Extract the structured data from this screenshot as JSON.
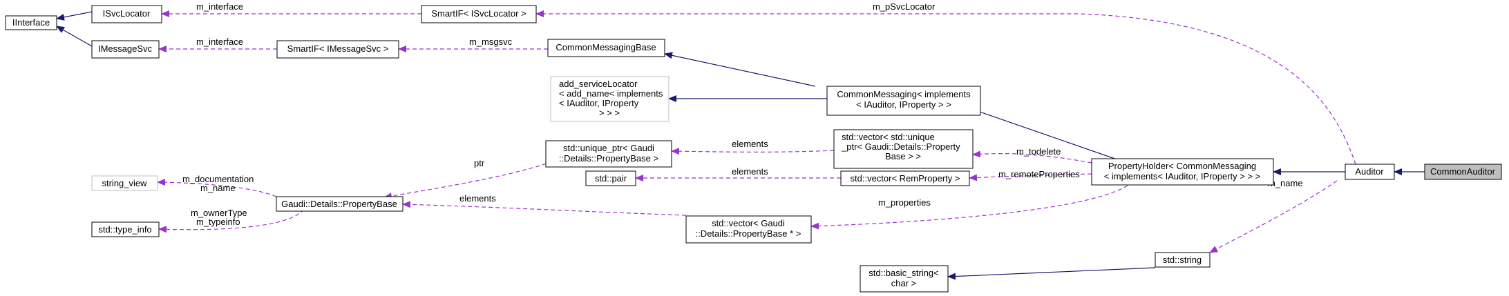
{
  "nodes": {
    "iinterface": "IInterface",
    "isvclocator": "ISvcLocator",
    "imessagesvc": "IMessageSvc",
    "smartif_svclocator": "SmartIF< ISvcLocator >",
    "smartif_messagesvc": "SmartIF< IMessageSvc >",
    "common_messaging_base": "CommonMessagingBase",
    "add_servicelocator": [
      "add_serviceLocator",
      "< add_name< implements",
      "< IAuditor, IProperty",
      "> > >"
    ],
    "common_messaging": [
      "CommonMessaging< implements",
      "< IAuditor, IProperty > >"
    ],
    "vector_unique_ptr": [
      "std::vector< std::unique",
      "_ptr< Gaudi::Details::Property",
      "Base > >"
    ],
    "unique_ptr": [
      "std::unique_ptr< Gaudi",
      "::Details::PropertyBase >"
    ],
    "string_view": "string_view",
    "property_base": "Gaudi::Details::PropertyBase",
    "type_info": "std::type_info",
    "pair": "std::pair",
    "vector_remproperty": "std::vector< RemProperty >",
    "vector_propertybase_ptr": [
      "std::vector< Gaudi",
      "::Details::PropertyBase * >"
    ],
    "property_holder": [
      "PropertyHolder< CommonMessaging",
      "< implements< IAuditor, IProperty > > >"
    ],
    "auditor": "Auditor",
    "common_auditor": "CommonAuditor",
    "std_string": "std::string",
    "basic_string": [
      "std::basic_string<",
      "char >"
    ]
  },
  "edge_labels": {
    "m_interface_1": "m_interface",
    "m_interface_2": "m_interface",
    "m_psvclocator": "m_pSvcLocator",
    "m_msgsvc": "m_msgsvc",
    "elements_1": "elements",
    "elements_2": "elements",
    "elements_3": "elements",
    "ptr": "ptr",
    "m_documentation": "m_documentation",
    "m_name_pb": "m_name",
    "m_ownertype": "m_ownerType",
    "m_typeinfo": "m_typeinfo",
    "m_todelete": "m_todelete",
    "m_remoteproperties": "m_remoteProperties",
    "m_properties": "m_properties",
    "m_name_auditor": "m_name"
  },
  "colors": {
    "inheritance": "#191970",
    "usage": "#9a32cd",
    "focus_fill": "#bfbfbf",
    "undocumented_border": "#bfbfbf"
  }
}
